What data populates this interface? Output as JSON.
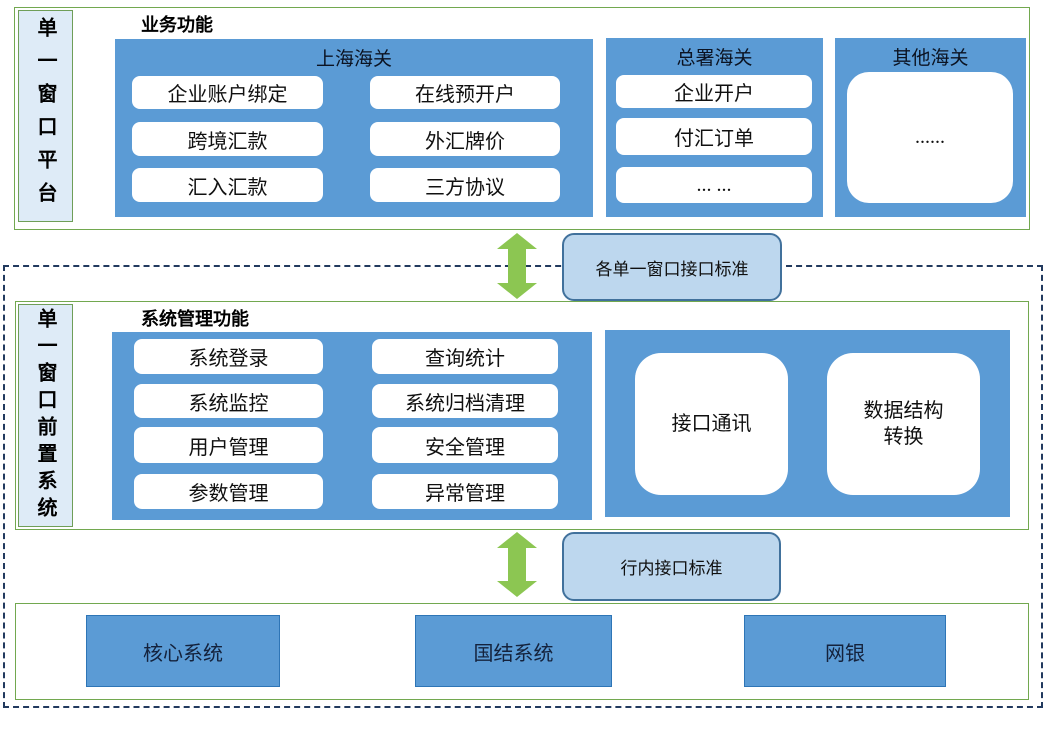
{
  "colors": {
    "panel_blue": "#5B9BD5",
    "panel_blue_border": "#2E75B6",
    "side_label_fill": "#DEEBF7",
    "green_border": "#72a84f",
    "callout_fill": "#BDD7EE",
    "callout_border": "#41719C",
    "arrow_green": "#8CC652",
    "dashed_border": "#223a5e"
  },
  "top_section": {
    "side_label": "单一窗口平台",
    "header": "业务功能",
    "shanghai": {
      "title": "上海海关",
      "items_col1": [
        "企业账户绑定",
        "跨境汇款",
        "汇入汇款"
      ],
      "items_col2": [
        "在线预开户",
        "外汇牌价",
        "三方协议"
      ]
    },
    "zongshu": {
      "title": "总署海关",
      "items": [
        "企业开户",
        "付汇订单",
        "... ..."
      ]
    },
    "qita": {
      "title": "其他海关",
      "placeholder": "......"
    }
  },
  "connector1": {
    "label": "各单一窗口接口标准",
    "icon": "double-arrow-vertical"
  },
  "middle_section": {
    "side_label": "单一窗口前置系统",
    "header": "系统管理功能",
    "sysmgmt": {
      "items_col1": [
        "系统登录",
        "系统监控",
        "用户管理",
        "参数管理"
      ],
      "items_col2": [
        "查询统计",
        "系统归档清理",
        "安全管理",
        "异常管理"
      ]
    },
    "interface": {
      "items": [
        "接口通讯",
        "数据结构转换"
      ]
    }
  },
  "connector2": {
    "label": "行内接口标准",
    "icon": "double-arrow-vertical"
  },
  "bottom_section": {
    "systems": [
      "核心系统",
      "国结系统",
      "网银"
    ]
  }
}
